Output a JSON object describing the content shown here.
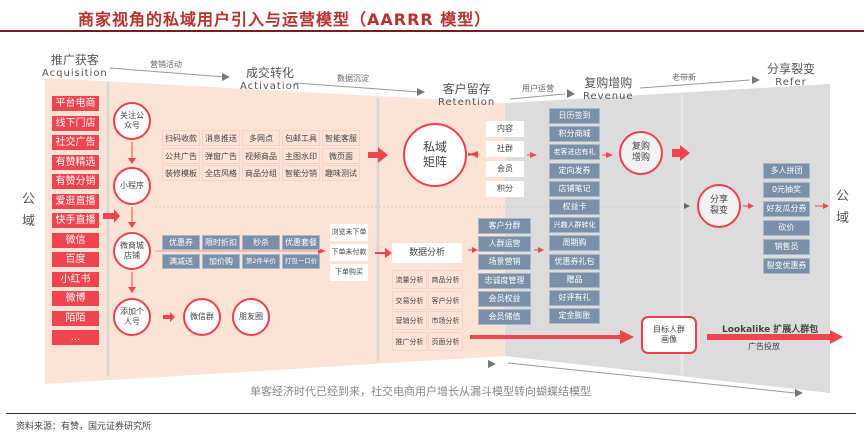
{
  "title": "商家视角的私域用户引入与运营模型（AARRR 模型）",
  "colors": {
    "accent": "#f0444f",
    "blue": "#7a8fa8",
    "pink": "#fde3d6",
    "gray": "#dcdcdc"
  },
  "side_label": {
    "left": [
      "公",
      "域"
    ],
    "right": [
      "公",
      "域"
    ]
  },
  "stages": [
    {
      "cn": "推广获客",
      "en": "Acquisition"
    },
    {
      "cn": "成交转化",
      "en": "Activation"
    },
    {
      "cn": "客户留存",
      "en": "Retention"
    },
    {
      "cn": "复购增购",
      "en": "Revenue"
    },
    {
      "cn": "分享裂变",
      "en": "Refer"
    }
  ],
  "flow_notes": [
    "营销活动",
    "数据沉淀",
    "用户运营",
    "老带新"
  ],
  "channels": [
    "平台电商",
    "线下门店",
    "社交广告",
    "有赞精选",
    "有赞分销",
    "爱逛直播",
    "快手直播",
    "微信",
    "百度",
    "小红书",
    "微博",
    "陌陌",
    "..."
  ],
  "activation_nodes": [
    "关注公众号",
    "小程序",
    "微商城店铺",
    "添加个人号",
    "微信群",
    "朋友圈"
  ],
  "tools": [
    "扫码收款",
    "消息推送",
    "多网点",
    "包邮工具",
    "智能客服",
    "公共广告",
    "弹窗广告",
    "视频商品",
    "主图水印",
    "微页面",
    "装修模板",
    "全店风格",
    "商品分组",
    "智能分销",
    "趣味测试"
  ],
  "promotions": [
    "优惠券",
    "限时折扣",
    "秒杀",
    "优惠套餐",
    "满减送",
    "加价购",
    "第2件半价",
    "打包一口价"
  ],
  "order_states": [
    "浏览未下单",
    "下单未付款",
    "下单购买"
  ],
  "private_matrix": "私域矩阵",
  "retention_items": [
    "内容",
    "社群",
    "会员",
    "积分"
  ],
  "data_analysis": {
    "title": "数据分析",
    "items": [
      "流量分析",
      "商品分析",
      "交易分析",
      "客户分析",
      "营销分析",
      "市场分析",
      "推广分析",
      "页面分析"
    ]
  },
  "crowd_ops": [
    "客户分群",
    "人群运营",
    "场景营销",
    "忠诚度管理",
    "会员权益",
    "会员储值"
  ],
  "revenue_items": [
    "日历签到",
    "积分商城",
    "老客进店有礼",
    "定向发券",
    "店铺笔记",
    "权益卡",
    "兴趣人群转化",
    "周期购",
    "优惠券礼包",
    "赠品",
    "好评有礼",
    "定金膨胀"
  ],
  "repurchase": "复购增购",
  "share": "分享裂变",
  "refer_items": [
    "多人拼团",
    "0元抽奖",
    "好友瓜分券",
    "砍价",
    "销售员",
    "裂变优惠券"
  ],
  "target": "目标人群画像",
  "lookalike": "Lookalike 扩展人群包",
  "ads": "广告投放",
  "caption": "单客经济时代已经到来，社交电商用户增长从漏斗模型转向蝴蝶结模型",
  "source": "资料来源：有赞，国元证券研究所"
}
